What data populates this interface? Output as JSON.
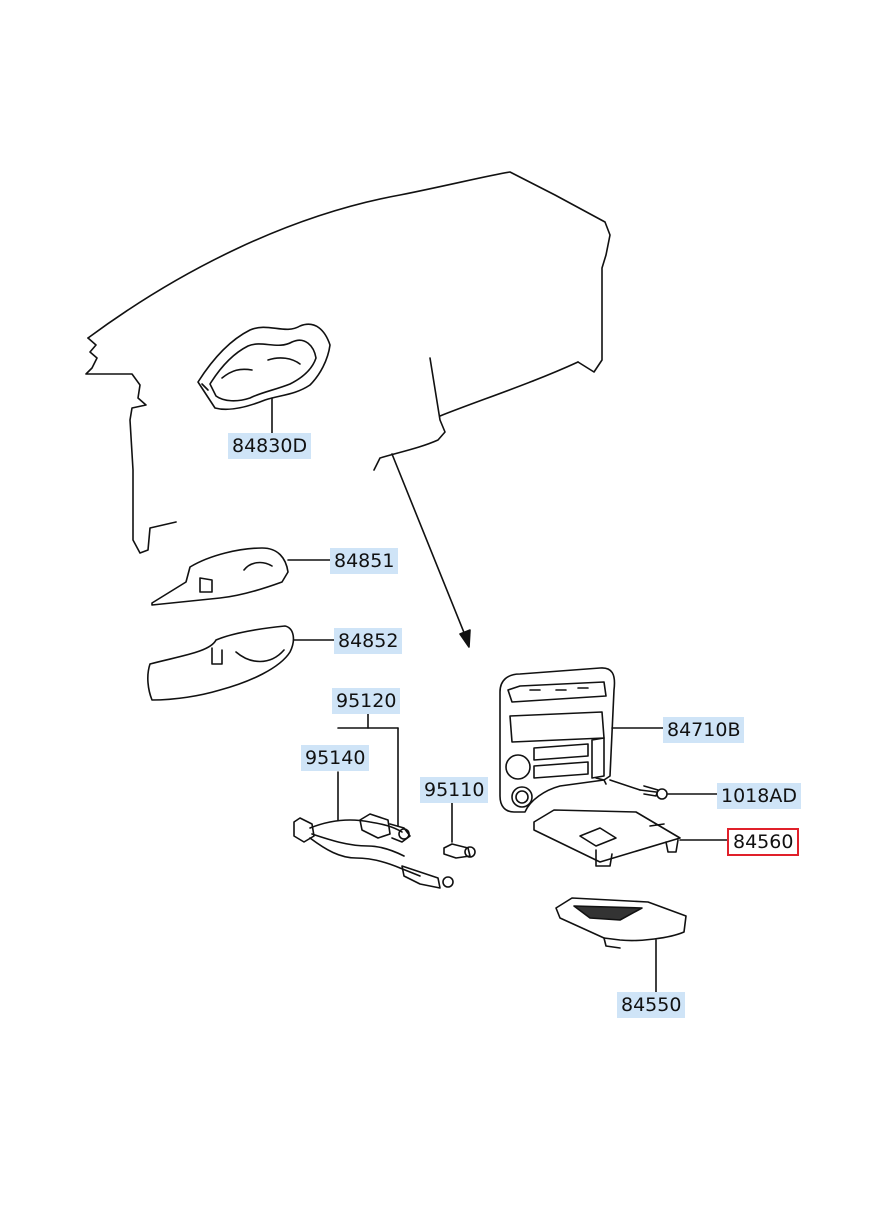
{
  "parts": {
    "p84830D": "84830D",
    "p84851": "84851",
    "p84852": "84852",
    "p95120": "95120",
    "p95140": "95140",
    "p95110": "95110",
    "p84710B": "84710B",
    "p1018AD": "1018AD",
    "p84560": "84560",
    "p84550": "84550"
  },
  "selected_part": "84560",
  "colors": {
    "label_background": "#cfe4f7",
    "selected_border": "#e0202a",
    "line": "#111111"
  }
}
